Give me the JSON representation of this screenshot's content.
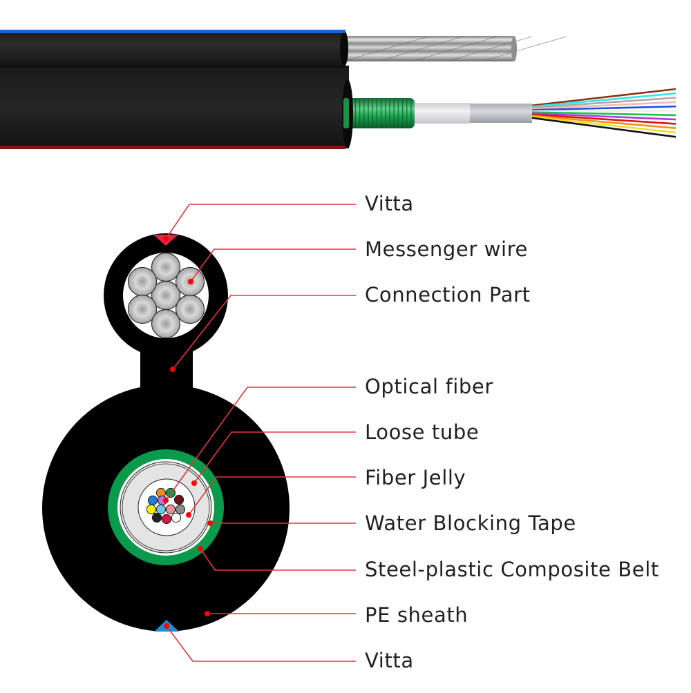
{
  "diagram": {
    "subject": "Figure-8 self-supporting optical fiber cable",
    "colors": {
      "sheath": "#000000",
      "leader_line": "#e8323c",
      "leader_dot": "#ff0000",
      "vitta_top": "#e5234a",
      "vitta_bottom": "#1a8fd8",
      "stripe_top": "#1565d8",
      "stripe_bottom": "#8b0f0f",
      "steel_belt": "#0a9a4c",
      "water_blocking_tape": "#ffffff",
      "loose_tube": "#e4e4e4",
      "fiber_jelly": "#ffffff",
      "messenger_strand": "#b8b8b8",
      "label_text": "#231f20"
    },
    "side_view": {
      "fiber_colors": [
        "#8b2e12",
        "#2ee6e6",
        "#a9aaa8",
        "#f2b7b7",
        "#1a50e0",
        "#eeeeee",
        "#1fc24a",
        "#b136e6",
        "#e01010",
        "#f0901a",
        "#f0e020",
        "#111111"
      ],
      "fiber_color_names": [
        "brown",
        "aqua",
        "gray",
        "pink",
        "blue",
        "white",
        "green",
        "violet",
        "red",
        "orange",
        "yellow",
        "black"
      ]
    },
    "cross_section": {
      "fiber_count": 12,
      "fibers": [
        {
          "name": "orange",
          "color": "#f08a24"
        },
        {
          "name": "green",
          "color": "#129a4a"
        },
        {
          "name": "blue",
          "color": "#1c7fd4"
        },
        {
          "name": "violet",
          "color": "#a07ae0"
        },
        {
          "name": "brown",
          "color": "#6e1416"
        },
        {
          "name": "yellow",
          "color": "#ffee00"
        },
        {
          "name": "aqua",
          "color": "#6ec6e2"
        },
        {
          "name": "rose",
          "color": "#e8909e"
        },
        {
          "name": "gray",
          "color": "#8c8c8c"
        },
        {
          "name": "black",
          "color": "#222222"
        },
        {
          "name": "red",
          "color": "#d4183e"
        },
        {
          "name": "white",
          "color": "#ffffff"
        }
      ],
      "messenger_strand_count": 7
    },
    "labels": [
      {
        "id": "vitta-top",
        "text": "Vitta"
      },
      {
        "id": "messenger-wire",
        "text": "Messenger wire"
      },
      {
        "id": "connection-part",
        "text": "Connection Part"
      },
      {
        "id": "optical-fiber",
        "text": "Optical fiber"
      },
      {
        "id": "loose-tube",
        "text": "Loose tube"
      },
      {
        "id": "fiber-jelly",
        "text": "Fiber Jelly"
      },
      {
        "id": "water-blocking-tape",
        "text": "Water Blocking Tape"
      },
      {
        "id": "steel-plastic-belt",
        "text": "Steel-plastic Composite Belt"
      },
      {
        "id": "pe-sheath",
        "text": "PE sheath"
      },
      {
        "id": "vitta-bottom",
        "text": "Vitta"
      }
    ]
  }
}
